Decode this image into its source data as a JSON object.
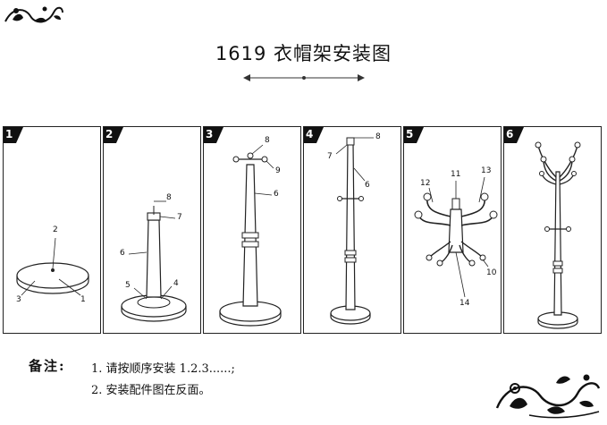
{
  "title": "1619 衣帽架安装图",
  "steps": [
    {
      "num": "1",
      "callouts": [
        "2",
        "3",
        "1"
      ]
    },
    {
      "num": "2",
      "callouts": [
        "8",
        "7",
        "6",
        "5",
        "4"
      ]
    },
    {
      "num": "3",
      "callouts": [
        "8",
        "9",
        "6"
      ]
    },
    {
      "num": "4",
      "callouts": [
        "8",
        "7",
        "6"
      ]
    },
    {
      "num": "5",
      "callouts": [
        "11",
        "12",
        "13",
        "10",
        "14"
      ]
    },
    {
      "num": "6",
      "callouts": []
    }
  ],
  "notes": {
    "label": "备注:",
    "line1": "1. 请按顺序安装 1.2.3......;",
    "line2": "2. 安装配件图在反面。"
  }
}
